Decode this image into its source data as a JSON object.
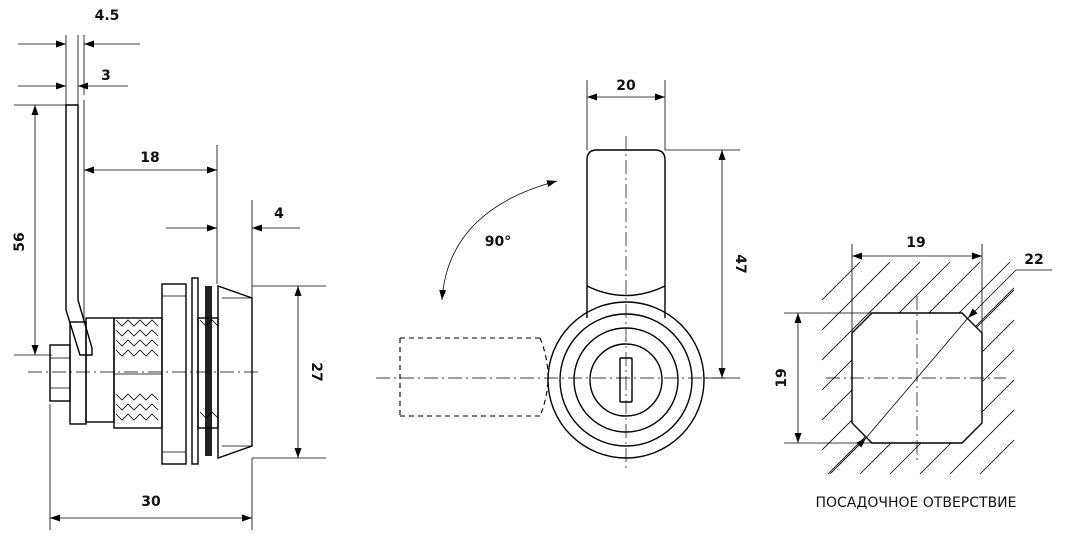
{
  "dimensions": {
    "d_4_5": "4.5",
    "d_3": "3",
    "d_18": "18",
    "d_4": "4",
    "d_56": "56",
    "d_27": "27",
    "d_30": "30",
    "d_20": "20",
    "d_47": "47",
    "angle": "90°",
    "d_19_top": "19",
    "d_22": "22",
    "d_19_side": "19"
  },
  "caption": "ПОСАДОЧНОЕ ОТВЕРСТВИЕ",
  "colors": {
    "line": "#000000",
    "background": "#ffffff"
  }
}
